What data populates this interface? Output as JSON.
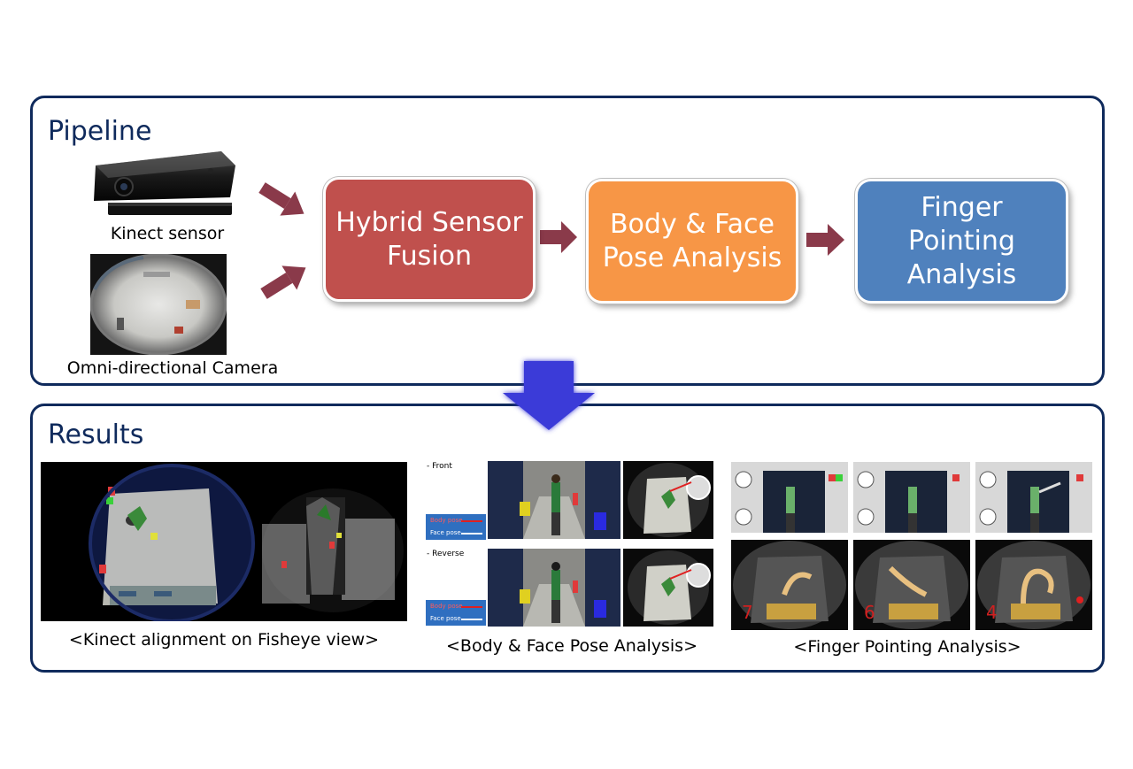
{
  "pipeline": {
    "title": "Pipeline",
    "inputs": [
      {
        "label": "Kinect sensor",
        "icon": "kinect-sensor-icon"
      },
      {
        "label": "Omni-directional  Camera",
        "icon": "fisheye-camera-image"
      }
    ],
    "stages": [
      {
        "label": "Hybrid Sensor Fusion",
        "color": "#c0504d"
      },
      {
        "label": "Body & Face Pose Analysis",
        "color": "#f79646"
      },
      {
        "label": "Finger Pointing Analysis",
        "color": "#4f81bd"
      }
    ],
    "arrow_color": "#8a3a4a",
    "down_arrow_color": "#3a3ad8"
  },
  "results": {
    "title": "Results",
    "captions": {
      "kinect": "<Kinect alignment on Fisheye view>",
      "body_face": "<Body & Face Pose Analysis>",
      "finger": "<Finger Pointing Analysis>"
    },
    "body_face_labels": {
      "front": "-   Front",
      "reverse": "-   Reverse",
      "legend_body": "Body pose",
      "legend_face": "Face pose"
    },
    "finger_counts": [
      "7",
      "6",
      "4"
    ]
  }
}
